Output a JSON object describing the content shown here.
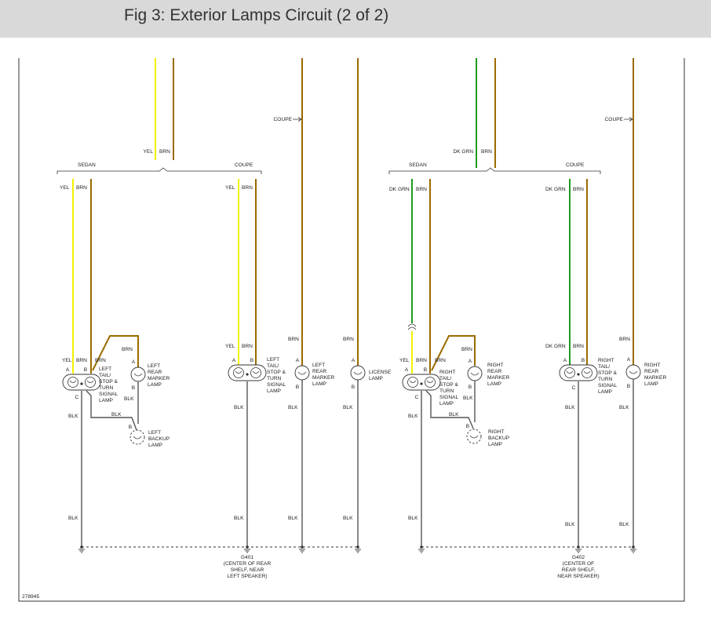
{
  "title": "Fig 3: Exterior Lamps Circuit (2 of 2)",
  "figure_id": "278945",
  "colors": {
    "YEL": "#f4f000",
    "BRN": "#9a6b00",
    "DK GRN": "#1e9b1e",
    "BLK": "#555555",
    "header_bg": "#d9d9d9"
  },
  "wire_labels": {
    "yel": "YEL",
    "brn": "BRN",
    "dkgrn": "DK GRN",
    "blk": "BLK"
  },
  "groups": {
    "sedan": "SEDAN",
    "coupe": "COUPE"
  },
  "pins": {
    "a": "A",
    "b": "B",
    "c": "C"
  },
  "components": {
    "left_tail_sedan": [
      "LEFT",
      "TAIL/",
      "STOP &",
      "TURN",
      "SIGNAL",
      "LAMP"
    ],
    "left_marker_sedan": [
      "LEFT",
      "REAR",
      "MARKER",
      "LAMP"
    ],
    "left_backup": [
      "LEFT",
      "BACKUP",
      "LAMP"
    ],
    "left_tail_coupe": [
      "LEFT",
      "TAIL/",
      "STOP &",
      "TURN",
      "SIGNAL",
      "LAMP"
    ],
    "left_marker_coupe": [
      "LEFT",
      "REAR",
      "MARKER",
      "LAMP"
    ],
    "license": [
      "LICENSE",
      "LAMP"
    ],
    "right_tail_sedan": [
      "RIGHT",
      "TAIL/",
      "STOP &",
      "TURN",
      "SIGNAL",
      "LAMP"
    ],
    "right_marker_sedan": [
      "RIGHT",
      "REAR",
      "MARKER",
      "LAMP"
    ],
    "right_backup": [
      "RIGHT",
      "BACKUP",
      "LAMP"
    ],
    "right_tail_coupe": [
      "RIGHT",
      "TAIL/",
      "STOP &",
      "TURN",
      "SIGNAL",
      "LAMP"
    ],
    "right_marker_coupe": [
      "RIGHT",
      "REAR",
      "MARKER",
      "LAMP"
    ]
  },
  "grounds": {
    "g401": [
      "G401",
      "(CENTER OF REAR",
      "SHELF, NEAR",
      "LEFT SPEAKER)"
    ],
    "g402": [
      "G402",
      "(CENTER OF",
      "REAR SHELF,",
      "NEAR SPEAKER)"
    ]
  }
}
